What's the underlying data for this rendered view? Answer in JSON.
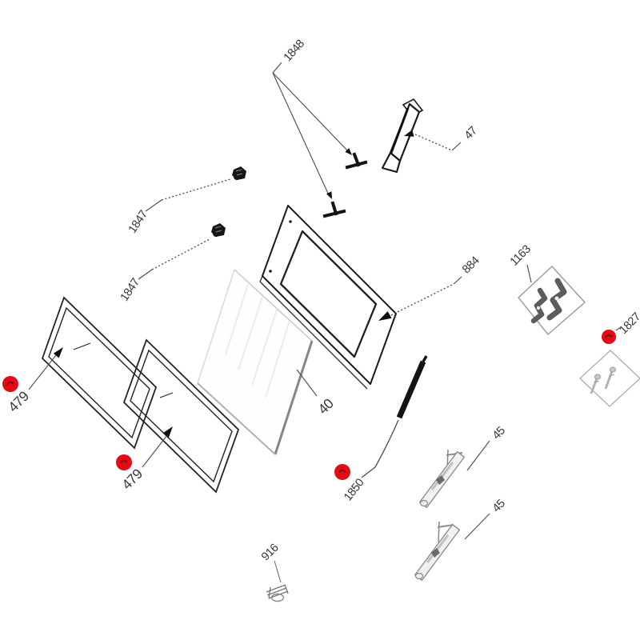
{
  "diagram": {
    "kind": "exploded-parts-diagram",
    "background_color": "#ffffff",
    "line_color": "#2a2a2a",
    "marker_color": "#e10c15",
    "label_color": "#383838",
    "parts": [
      {
        "label": "1848",
        "marker": false
      },
      {
        "label": "47",
        "marker": false
      },
      {
        "label": "1847",
        "marker": false
      },
      {
        "label": "1847",
        "marker": false
      },
      {
        "label": "884",
        "marker": false
      },
      {
        "label": "1163",
        "marker": false
      },
      {
        "label": "1827",
        "marker": true
      },
      {
        "label": "479",
        "marker": true
      },
      {
        "label": "479",
        "marker": true
      },
      {
        "label": "40",
        "marker": false
      },
      {
        "label": "1850",
        "marker": true
      },
      {
        "label": "45",
        "marker": false
      },
      {
        "label": "45",
        "marker": false
      },
      {
        "label": "916",
        "marker": false
      }
    ]
  }
}
